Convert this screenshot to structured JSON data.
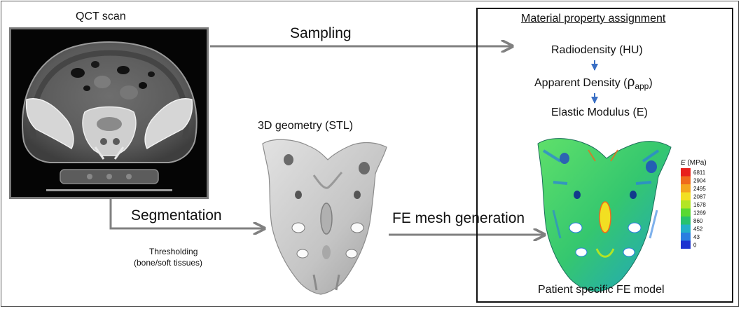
{
  "labels": {
    "qct_scan": "QCT scan",
    "sampling": "Sampling",
    "segmentation": "Segmentation",
    "thresholding_line1": "Thresholding",
    "thresholding_line2": "(bone/soft tissues)",
    "geometry": "3D geometry (STL)",
    "fe_mesh": "FE mesh generation",
    "material_title": "Material property assignment",
    "radiodensity": "Radiodensity (HU)",
    "apparent_density": "Apparent Density (",
    "rho": "ρ",
    "rho_sub": "app",
    "close_paren": ")",
    "elastic_modulus": "Elastic Modulus (E)",
    "fe_model": "Patient specific FE model"
  },
  "legend": {
    "symbol": "E",
    "unit": " (MPa)",
    "values": [
      "6811",
      "2904",
      "2495",
      "2087",
      "1678",
      "1269",
      "860",
      "452",
      "43",
      "0"
    ],
    "colors": [
      "#e8201c",
      "#ef6a1c",
      "#f4a51e",
      "#f2df22",
      "#b3e524",
      "#59d933",
      "#27c26e",
      "#23b0c8",
      "#2a7ee0",
      "#1d33d0"
    ]
  },
  "colors": {
    "connector": "#808080",
    "small_arrow": "#3a6fc4",
    "bone_gray": "#c9c9c9",
    "fe_green": "#3ed26a"
  }
}
